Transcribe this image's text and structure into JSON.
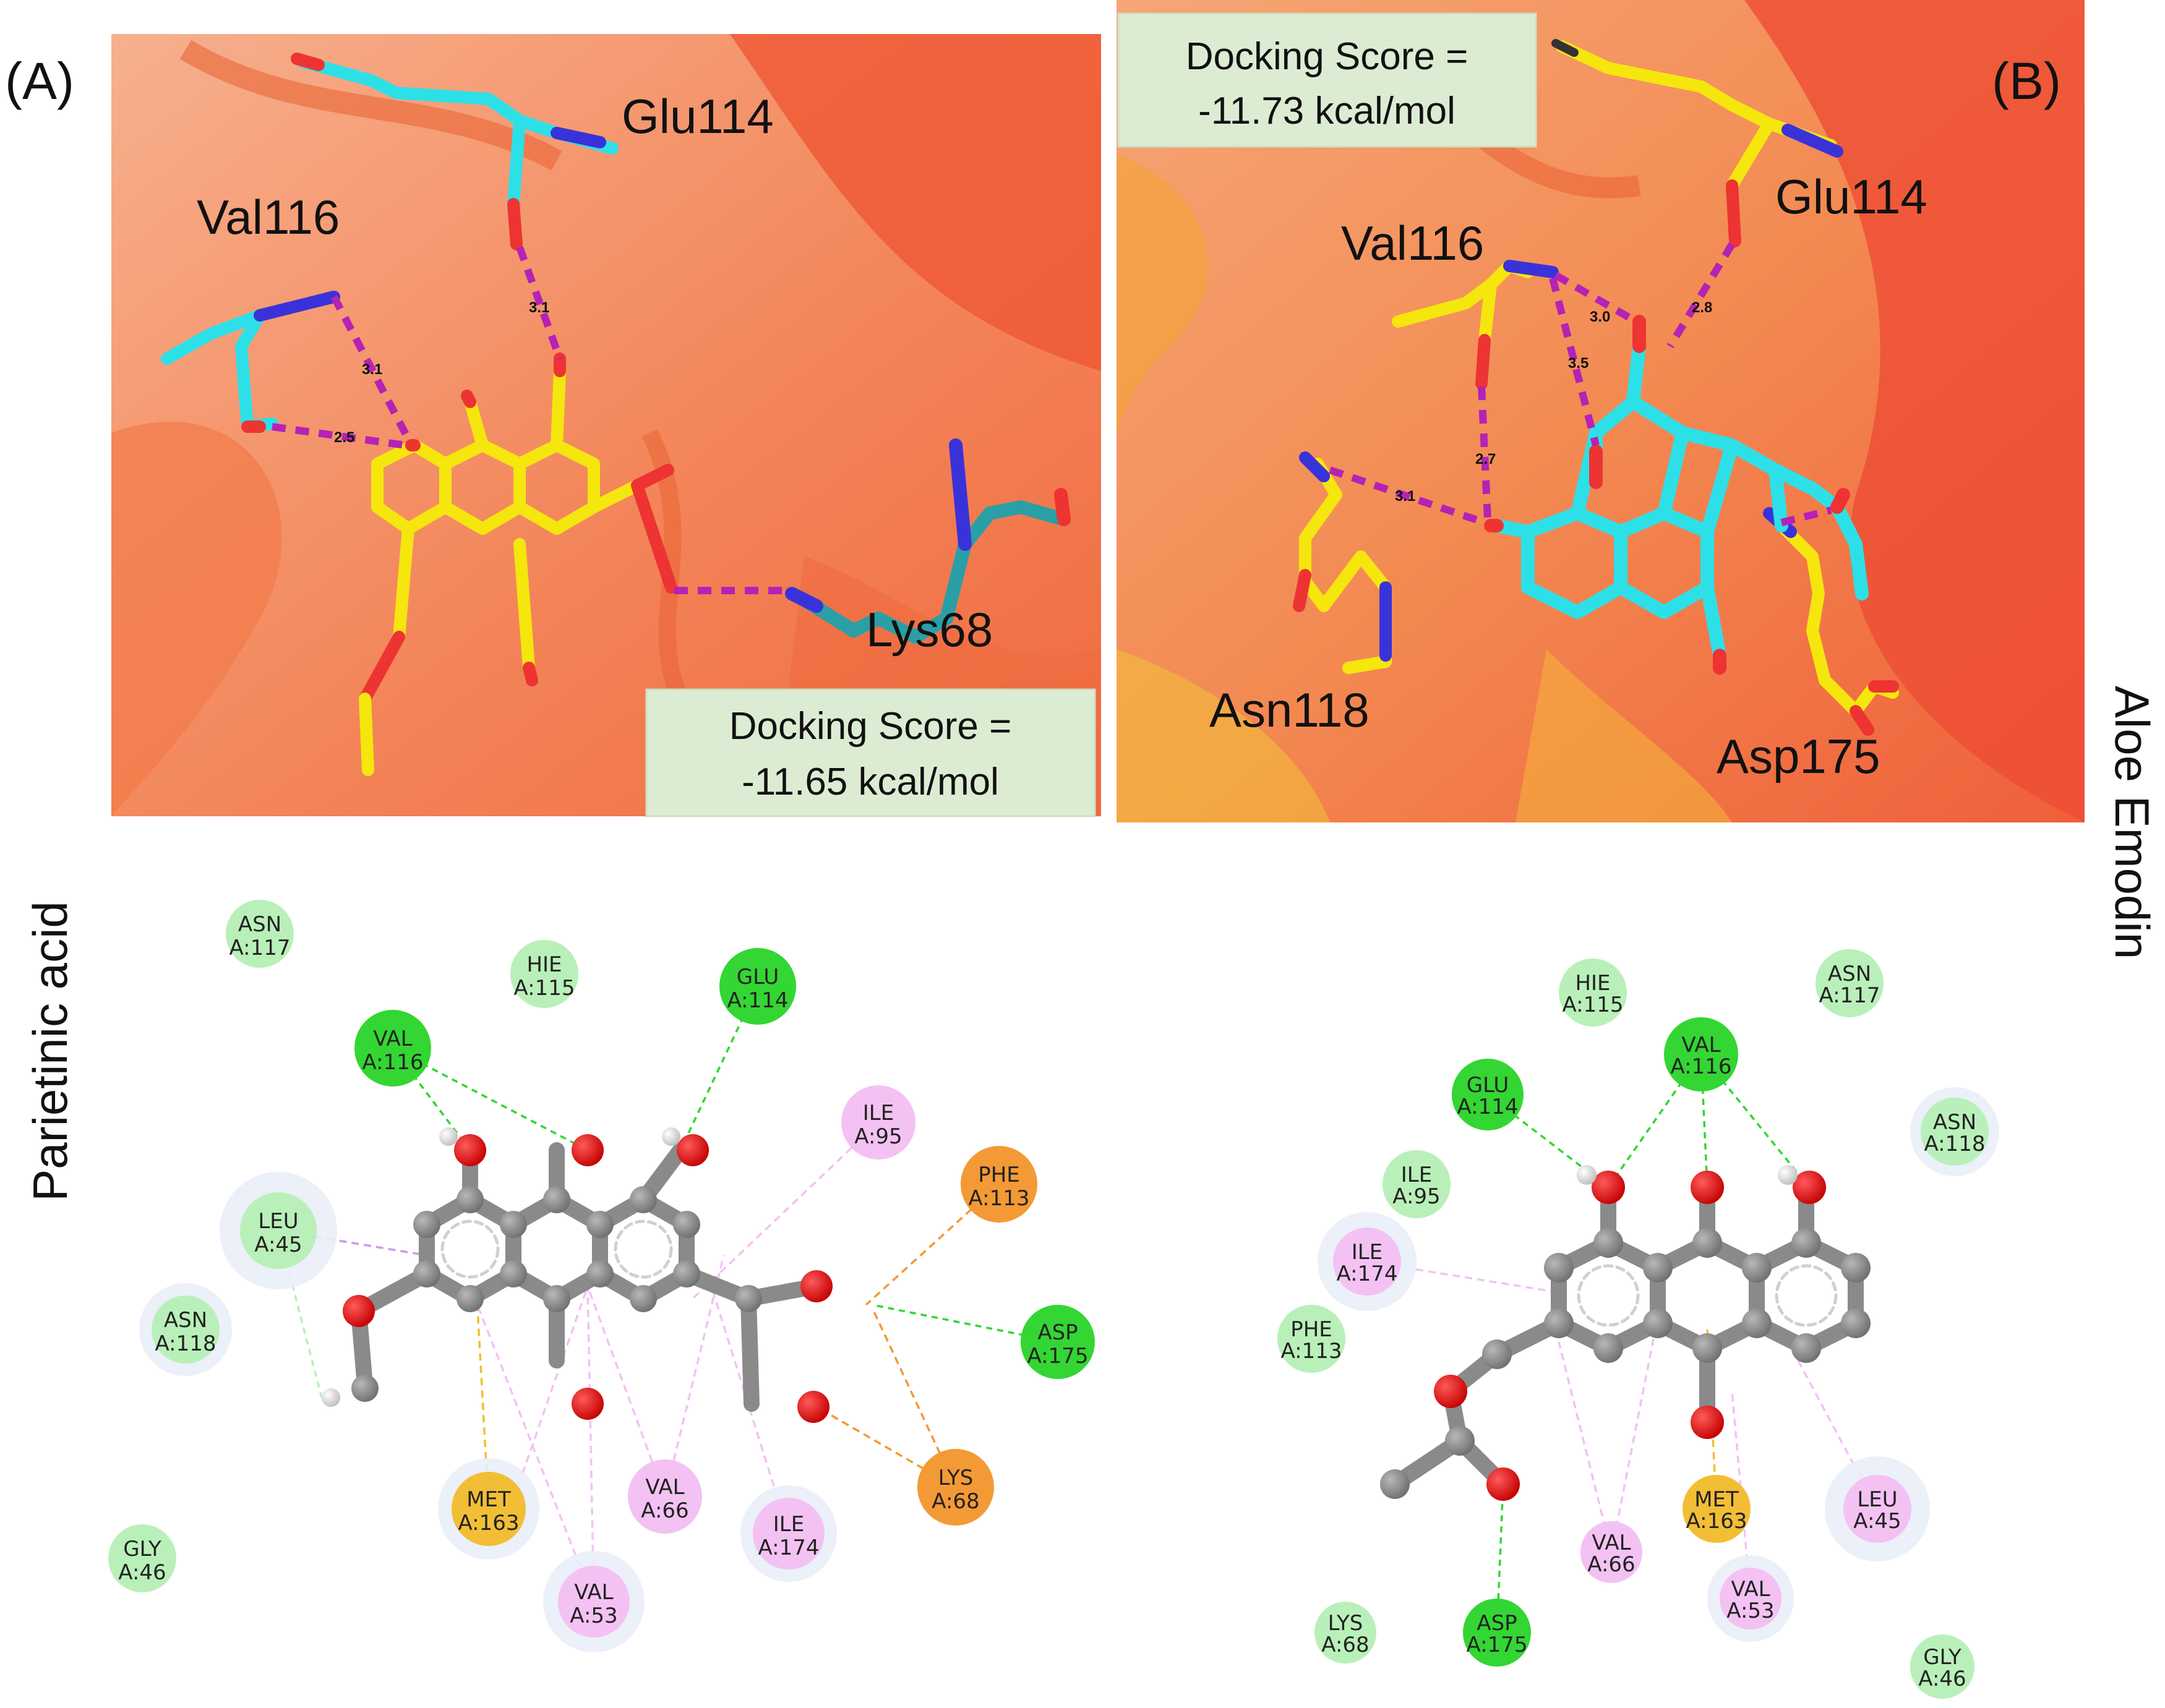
{
  "panels": {
    "a": {
      "tag": "(A)",
      "compound": "Parietinic acid",
      "score_line1": "Docking Score =",
      "score_line2": "-11.65  kcal/mol",
      "labels_3d": [
        {
          "id": "glu114",
          "text": "Glu114"
        },
        {
          "id": "val116",
          "text": "Val116"
        },
        {
          "id": "lys68",
          "text": "Lys68"
        }
      ],
      "distances": [
        "3.1",
        "3.1",
        "2.5"
      ]
    },
    "b": {
      "tag": "(B)",
      "compound": "Aloe Emodin",
      "score_line1": "Docking Score =",
      "score_line2": "-11.73  kcal/mol",
      "labels_3d": [
        {
          "id": "glu114",
          "text": "Glu114"
        },
        {
          "id": "val116",
          "text": "Val116"
        },
        {
          "id": "asn118",
          "text": "Asn118"
        },
        {
          "id": "asp175",
          "text": "Asp175"
        }
      ],
      "distances": [
        "3.0",
        "2.8",
        "3.5",
        "2.7",
        "3.1"
      ]
    }
  },
  "residues_a": [
    {
      "id": "asn117",
      "l1": "ASN",
      "l2": "A:117",
      "type": "vdw"
    },
    {
      "id": "hie115",
      "l1": "HIE",
      "l2": "A:115",
      "type": "vdw"
    },
    {
      "id": "glu114",
      "l1": "GLU",
      "l2": "A:114",
      "type": "hbond"
    },
    {
      "id": "val116",
      "l1": "VAL",
      "l2": "A:116",
      "type": "hbond"
    },
    {
      "id": "ile95",
      "l1": "ILE",
      "l2": "A:95",
      "type": "alkyl"
    },
    {
      "id": "phe113",
      "l1": "PHE",
      "l2": "A:113",
      "type": "pi"
    },
    {
      "id": "leu45",
      "l1": "LEU",
      "l2": "A:45",
      "type": "vdw"
    },
    {
      "id": "asn118",
      "l1": "ASN",
      "l2": "A:118",
      "type": "vdw"
    },
    {
      "id": "asp175",
      "l1": "ASP",
      "l2": "A:175",
      "type": "hbond"
    },
    {
      "id": "lys68",
      "l1": "LYS",
      "l2": "A:68",
      "type": "pi"
    },
    {
      "id": "met163",
      "l1": "MET",
      "l2": "A:163",
      "type": "sulfur"
    },
    {
      "id": "val66",
      "l1": "VAL",
      "l2": "A:66",
      "type": "alkyl"
    },
    {
      "id": "ile174",
      "l1": "ILE",
      "l2": "A:174",
      "type": "alkyl"
    },
    {
      "id": "val53",
      "l1": "VAL",
      "l2": "A:53",
      "type": "alkyl"
    },
    {
      "id": "gly46",
      "l1": "GLY",
      "l2": "A:46",
      "type": "vdw"
    }
  ],
  "residues_b": [
    {
      "id": "hie115",
      "l1": "HIE",
      "l2": "A:115",
      "type": "vdw"
    },
    {
      "id": "asn117",
      "l1": "ASN",
      "l2": "A:117",
      "type": "vdw"
    },
    {
      "id": "glu114",
      "l1": "GLU",
      "l2": "A:114",
      "type": "hbond"
    },
    {
      "id": "val116",
      "l1": "VAL",
      "l2": "A:116",
      "type": "hbond"
    },
    {
      "id": "asn118",
      "l1": "ASN",
      "l2": "A:118",
      "type": "vdw"
    },
    {
      "id": "ile95",
      "l1": "ILE",
      "l2": "A:95",
      "type": "vdw"
    },
    {
      "id": "ile174",
      "l1": "ILE",
      "l2": "A:174",
      "type": "alkyl"
    },
    {
      "id": "phe113",
      "l1": "PHE",
      "l2": "A:113",
      "type": "vdw"
    },
    {
      "id": "val66",
      "l1": "VAL",
      "l2": "A:66",
      "type": "alkyl"
    },
    {
      "id": "met163",
      "l1": "MET",
      "l2": "A:163",
      "type": "sulfur"
    },
    {
      "id": "leu45",
      "l1": "LEU",
      "l2": "A:45",
      "type": "alkyl"
    },
    {
      "id": "lys68",
      "l1": "LYS",
      "l2": "A:68",
      "type": "vdw"
    },
    {
      "id": "asp175",
      "l1": "ASP",
      "l2": "A:175",
      "type": "hbond"
    },
    {
      "id": "val53",
      "l1": "VAL",
      "l2": "A:53",
      "type": "alkyl"
    },
    {
      "id": "gly46",
      "l1": "GLY",
      "l2": "A:46",
      "type": "vdw"
    }
  ],
  "colors": {
    "vdw": "#b9f0b9",
    "hbond": "#33d633",
    "alkyl": "#f3c2f3",
    "pi": "#f39a36",
    "sulfur": "#f2be35",
    "carbon_a": "#f5e60e",
    "carbon_b": "#2de0e8",
    "score_box": "#dcecd3",
    "protein": "#f0704a"
  }
}
